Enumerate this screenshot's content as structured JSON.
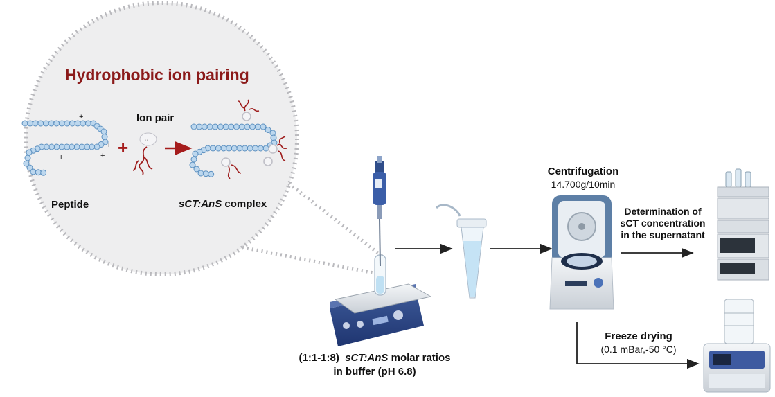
{
  "colors": {
    "title": "#8b1a1a",
    "bead": "#bcd7ee",
    "bead_stroke": "#5b8fbf",
    "ion_pair": "#9e1c1c",
    "circle_fill": "#eeeeef",
    "arrow": "#222222"
  },
  "inset": {
    "title": "Hydrophobic ion pairing",
    "ion_pair_label": "Ion pair",
    "peptide_label": "Peptide",
    "complex_label_italic": "sCT:AnS",
    "complex_label_rest": " complex",
    "plus_sign": "+",
    "charge_plus": "+",
    "charge_minus": "−"
  },
  "steps": {
    "mixing": {
      "line1_prefix": "(1:1-1:8)  ",
      "line1_italic": "sCT:AnS",
      "line1_suffix": " molar ratios",
      "line2": "in buffer (pH 6.8)"
    },
    "centrifugation": {
      "title": "Centrifugation",
      "params": "14.700g/10min"
    },
    "determination": {
      "line1": "Determination of",
      "line2": "sCT concentration",
      "line3": "in the supernatant"
    },
    "freeze_drying": {
      "title": "Freeze drying",
      "params": "(0.1 mBar,-50 °C)"
    }
  },
  "icons": [
    "pipette-icon",
    "magnetic-stirrer-icon",
    "tube-icon",
    "eppendorf-tube-icon",
    "centrifuge-icon",
    "hplc-icon",
    "freeze-dryer-icon"
  ]
}
